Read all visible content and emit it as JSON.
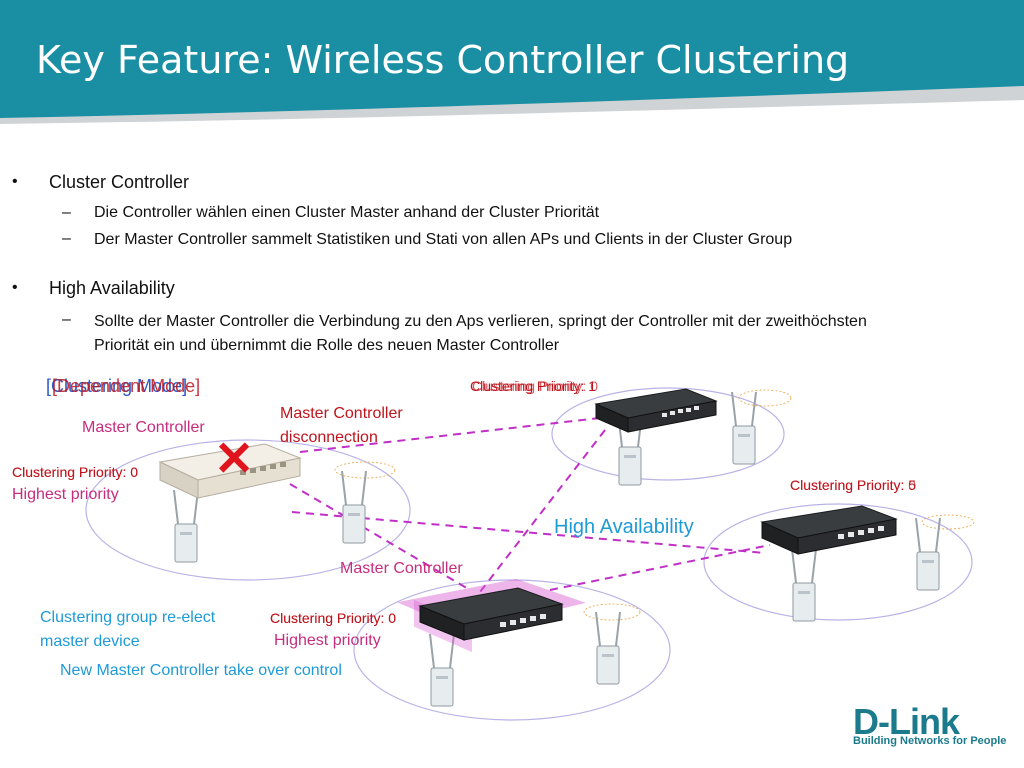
{
  "colors": {
    "header_teal": "#1a8fa3",
    "swoosh_gray": "#cfd3d6",
    "red": "#c0141c",
    "pink": "#c72d7e",
    "blue": "#1e9bd6",
    "dash": "#c12fc7"
  },
  "title": "Key Feature: Wireless Controller Clustering",
  "bullets": [
    {
      "text": "Cluster Controller",
      "subs": [
        "Die Controller wählen einen Cluster Master anhand der Cluster Priorität",
        "Der Master Controller sammelt Statistiken und Stati von allen APs und Clients in der Cluster Group"
      ]
    },
    {
      "text": "High Availability",
      "subs": [
        "Sollte der Master Controller die Verbindung zu den Aps verlieren, springt der Controller mit der zweithöchsten Priorität ein und übernimmt die Rolle des neuen Master Controller"
      ]
    }
  ],
  "bullet_glyph": "•",
  "dash_glyph": "–",
  "diagram": {
    "mode_label_a": "[Clustering Mode]",
    "mode_label_b": "[Dependent Mode]",
    "master_left_label": "Master Controller",
    "prio_left_a": "Clustering Priority: 0",
    "prio_left_b": "Clustering Priority: 0",
    "highest_left": "Highest priority",
    "disconnect_label": "Master Controller disconnection",
    "prio_top_a": "Clustering Priority: 1",
    "prio_top_b": "Clustering Priority: 0",
    "prio_right_a": "Clustering Priority: 5",
    "prio_right_b": "Clustering Priority: 0",
    "high_availability": "High Availability",
    "master_bottom_label": "Master Controller",
    "prio_bottom_a": "Clustering Priority: 0",
    "prio_bottom_b": "Clustering Priority: 0",
    "highest_bottom": "Highest priority",
    "reelect": "Clustering group re-elect master device",
    "new_master": "New Master Controller take over control",
    "fail_mark": "✕"
  },
  "logo": {
    "name": "D-Link",
    "tagline": "Building Networks for People"
  }
}
